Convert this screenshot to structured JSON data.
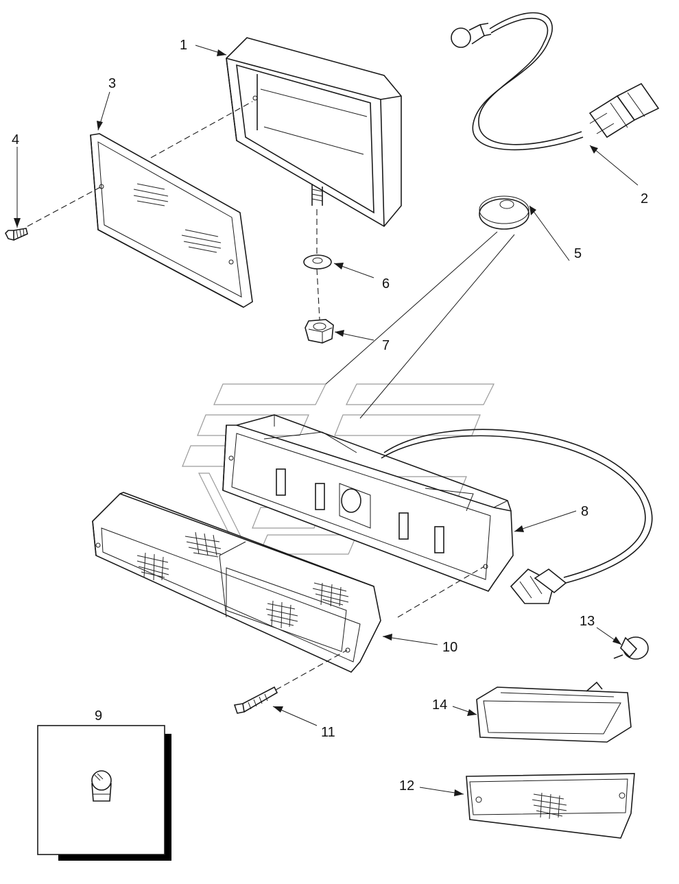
{
  "callouts": [
    {
      "id": "c1",
      "text": "1"
    },
    {
      "id": "c2",
      "text": "2"
    },
    {
      "id": "c3",
      "text": "3"
    },
    {
      "id": "c4",
      "text": "4"
    },
    {
      "id": "c5",
      "text": "5"
    },
    {
      "id": "c6",
      "text": "6"
    },
    {
      "id": "c7",
      "text": "7"
    },
    {
      "id": "c8",
      "text": "8"
    },
    {
      "id": "c9",
      "text": "9"
    },
    {
      "id": "c10",
      "text": "10"
    },
    {
      "id": "c11",
      "text": "11"
    },
    {
      "id": "c12",
      "text": "12"
    },
    {
      "id": "c13",
      "text": "13"
    },
    {
      "id": "c14",
      "text": "14"
    }
  ],
  "colors": {
    "line": "#1a1a1a",
    "watermark": "#9a9a9a",
    "background": "#ffffff"
  }
}
